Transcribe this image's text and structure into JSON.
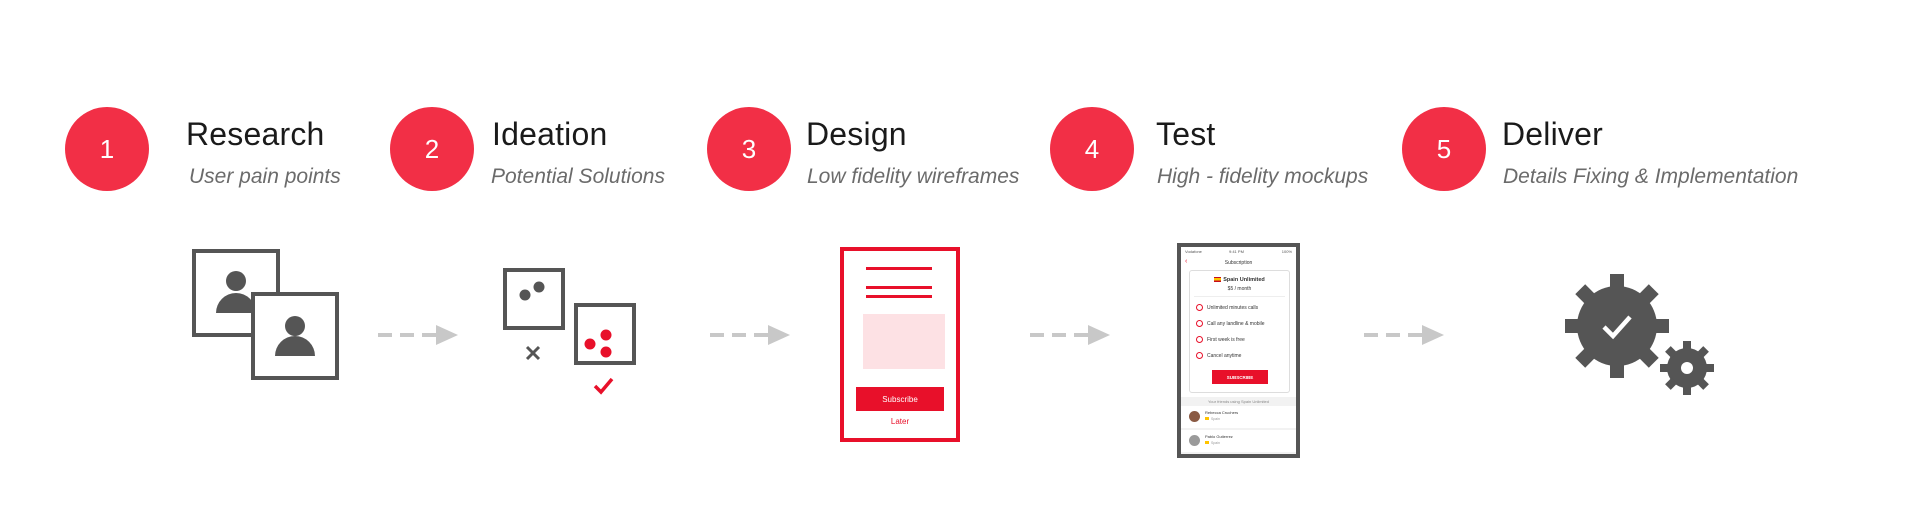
{
  "steps": [
    {
      "number": "1",
      "title": "Research",
      "subtitle": "User pain points"
    },
    {
      "number": "2",
      "title": "Ideation",
      "subtitle": "Potential Solutions"
    },
    {
      "number": "3",
      "title": "Design",
      "subtitle": "Low fidelity wireframes"
    },
    {
      "number": "4",
      "title": "Test",
      "subtitle": "High - fidelity mockups"
    },
    {
      "number": "5",
      "title": "Deliver",
      "subtitle": "Details Fixing & Implementation"
    }
  ],
  "wireframe": {
    "primary_button": "Subscribe",
    "secondary_link": "Later"
  },
  "mockup": {
    "status_left": "Vodafone",
    "status_time": "9:41 PM",
    "status_right": "100%",
    "screen_title": "Subscription",
    "plan_name": "Spain Unlimited",
    "plan_price": "$5 / month",
    "features": [
      "Unlimited minutes calls",
      "Call any landline & mobile",
      "First week is free",
      "Cancel anytime"
    ],
    "cta": "SUBSCRIBE",
    "friends_header": "Your friends using Spain Unlimited",
    "friends": [
      {
        "name": "Rebecca Cruchers",
        "tag": "Spain"
      },
      {
        "name": "Pablo Gutierrez",
        "tag": "Spain"
      }
    ]
  },
  "colors": {
    "accent": "#f22f46",
    "wire_red": "#e8102a",
    "icon_gray": "#555555",
    "arrow_gray": "#c8c8c8"
  }
}
